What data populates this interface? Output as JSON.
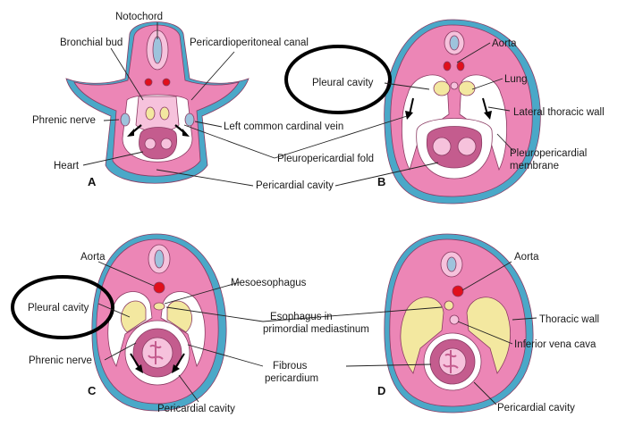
{
  "colors": {
    "outer": "#4aa8c8",
    "body": "#ec86b6",
    "light": "#f6c2dc",
    "dark": "#c45c8e",
    "cavity": "#ffffff",
    "lung": "#f3e8a0",
    "aorta": "#e0101c",
    "notochord": "#9ec3dc",
    "ellipse": "#000000"
  },
  "panels": {
    "a": "A",
    "b": "B",
    "c": "C",
    "d": "D"
  },
  "labels_a": {
    "notochord": "Notochord",
    "bronchial_bud": "Bronchial bud",
    "pericardioperitoneal_canal": "Pericardioperitoneal canal",
    "phrenic_nerve": "Phrenic nerve",
    "left_common_cardinal_vein": "Left common cardinal vein",
    "heart": "Heart",
    "pleuropericardial_fold": "Pleuropericardial fold",
    "pericardial_cavity": "Pericardial cavity"
  },
  "labels_b": {
    "pleural_cavity": "Pleural cavity",
    "aorta": "Aorta",
    "lung": "Lung",
    "lateral_thoracic_wall": "Lateral thoracic wall",
    "pleuropericardial_membrane_1": "Pleuropericardial",
    "pleuropericardial_membrane_2": "membrane"
  },
  "labels_c": {
    "aorta": "Aorta",
    "mesoesophagus": "Mesoesophagus",
    "pleural_cavity": "Pleural cavity",
    "esophagus_1": "Esophagus in",
    "esophagus_2": "primordial mediastinum",
    "phrenic_nerve": "Phrenic nerve",
    "fibrous_1": "Fibrous",
    "fibrous_2": "pericardium",
    "pericardial_cavity": "Pericardial cavity"
  },
  "labels_d": {
    "aorta": "Aorta",
    "thoracic_wall": "Thoracic wall",
    "inferior_vena_cava": "Inferior vena cava",
    "pericardial_cavity": "Pericardial cavity"
  }
}
